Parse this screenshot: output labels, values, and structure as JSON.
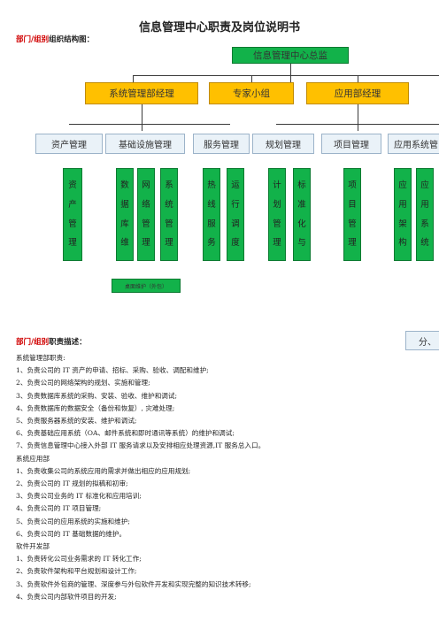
{
  "title": "信息管理中心职责及岗位说明书",
  "org_section": {
    "prefix": "部门/组别",
    "suffix": "组织结构图："
  },
  "top_node": "信息管理中心总监",
  "level2": [
    "系统管理部经理",
    "专家小组",
    "应用部经理"
  ],
  "level3": [
    "资产管理",
    "基础设施管理",
    "服务管理",
    "规划管理",
    "项目管理",
    "应用系统管"
  ],
  "leaf_groups": [
    [
      [
        "资",
        "产",
        "管",
        "理"
      ]
    ],
    [
      [
        "数",
        "据",
        "库",
        "维"
      ],
      [
        "网",
        "络",
        "管",
        "理"
      ],
      [
        "系",
        "统",
        "管",
        "理"
      ]
    ],
    [
      [
        "热",
        "线",
        "服",
        "务"
      ],
      [
        "运",
        "行",
        "调",
        "度"
      ]
    ],
    [
      [
        "计",
        "划",
        "管",
        "理"
      ],
      [
        "标",
        "准",
        "化",
        "与"
      ]
    ],
    [
      [
        "项",
        "目",
        "管",
        "理"
      ]
    ],
    [
      [
        "应",
        "用",
        "架",
        "构"
      ],
      [
        "应",
        "用",
        "系",
        "统"
      ]
    ]
  ],
  "outsource_label": "桌面维护（外包）",
  "partial_box": "分、",
  "duty_section": {
    "prefix": "部门/组别",
    "suffix": "职责描述："
  },
  "duties": [
    "系统管理部职责:",
    "1、负责公司的 IT 资产的申请、招标、采购、验收、调配和维护;",
    "2、负责公司的网络架构的规划、实施和管理;",
    "3、负责数据库系统的采购、安装、验收、维护和调试;",
    "4、负责数据库的数据安全（备份和恢复）, 灾难处理;",
    "5、负责服务器系统的安装、维护和调试;",
    "6、负责基础应用系统（OA、邮件系统和即时通讯等系统）的维护和调试;",
    "7、负责信息管理中心接入外部 IT 服务请求以及安排相应处理资源,IT 服务总入口。",
    "系统应用部",
    "1、负责收集公司的系统应用的需求并做出相应的应用规划;",
    "2、负责公司的 IT 规划的拟稿和初审;",
    "3、负责公司业务的 IT 标准化和应用培训;",
    "4、负责公司的 IT 项目管理;",
    "5、负责公司的应用系统的实施和维护;",
    "6、负责公司的 IT 基础数据的维护。",
    "软件开发部",
    "1、负责转化公司业务需求的 IT 转化工作;",
    "2、负责软件架构和平台规划和设计工作;",
    "3、负责软件外包商的管理、深度参与外包软件开发和实现完整的知识技术转移;",
    "4、负责公司内部软件项目的开发;"
  ],
  "colors": {
    "green": "#12b24a",
    "yellow": "#ffc000",
    "pale_blue": "#eaf2f8",
    "red_label": "#d00000"
  }
}
